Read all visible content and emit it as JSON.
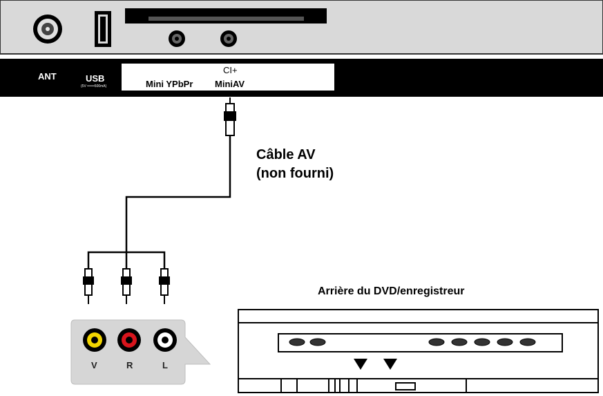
{
  "tv_panel": {
    "labels": {
      "ant": "ANT",
      "usb": "USB",
      "usb_spec": "(5V ═══500mA)",
      "ci": "CI+",
      "mini_ypbpr": "Mini YPbPr",
      "mini_av": "MiniAV"
    }
  },
  "cable": {
    "line1": "Câble AV",
    "line2": "(non fourni)"
  },
  "dvd": {
    "title": "Arrière du DVD/enregistreur"
  },
  "rca_jacks": [
    {
      "label": "V",
      "color": "#f2d500"
    },
    {
      "label": "R",
      "color": "#d8141c"
    },
    {
      "label": "L",
      "color": "#ffffff"
    }
  ],
  "colors": {
    "panel_gray": "#d9d9d9",
    "strip_black": "#000000",
    "callout_gray": "#d6d6d6"
  }
}
